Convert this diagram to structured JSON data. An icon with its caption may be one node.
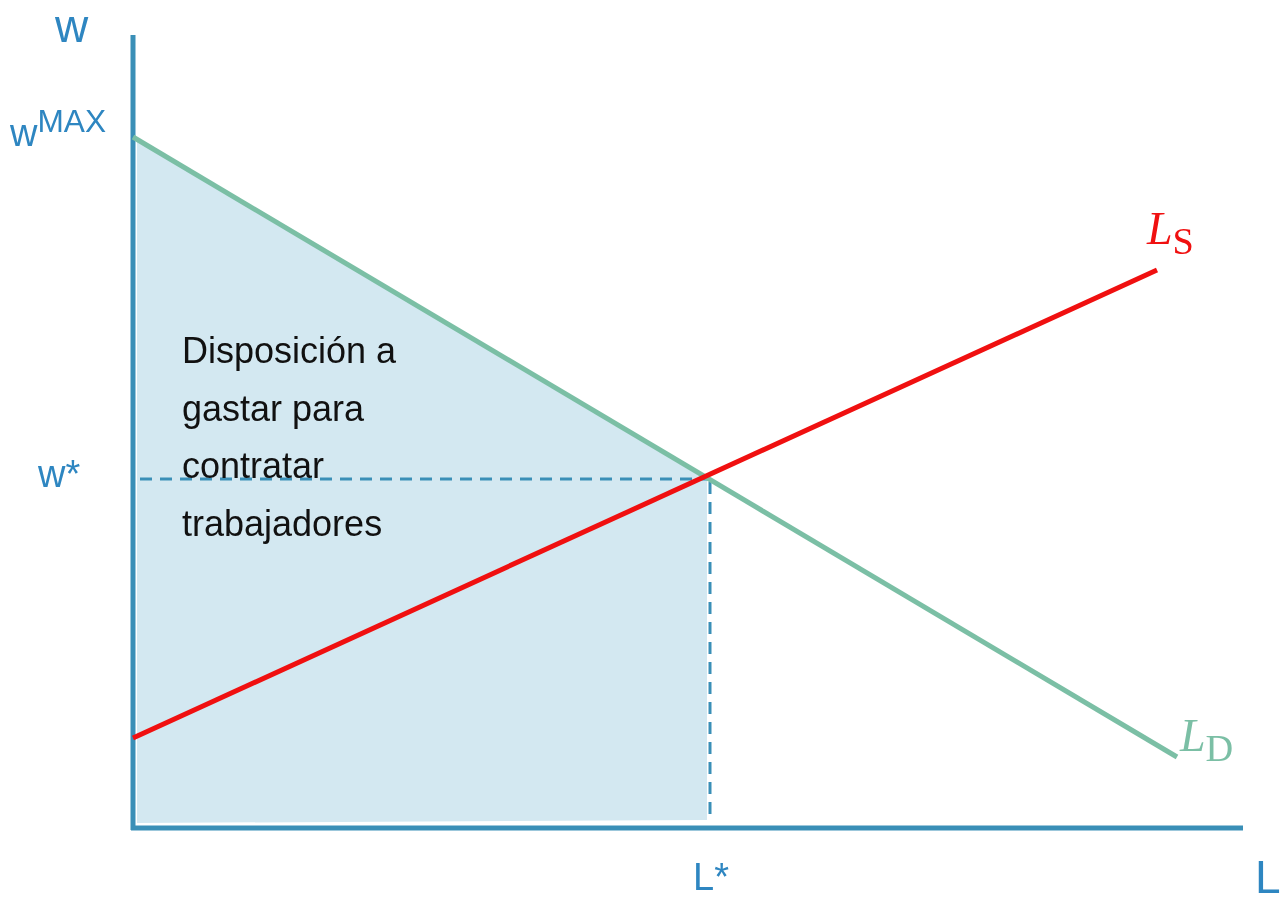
{
  "diagram": {
    "labels": [
      "w",
      "w$^{MAX}$",
      "*L*$_{S}$",
      "Disposición a gastar para contratar trabajadores",
      "w*",
      "*L*$_{D}$",
      "L*",
      "L"
    ]
  }
}
